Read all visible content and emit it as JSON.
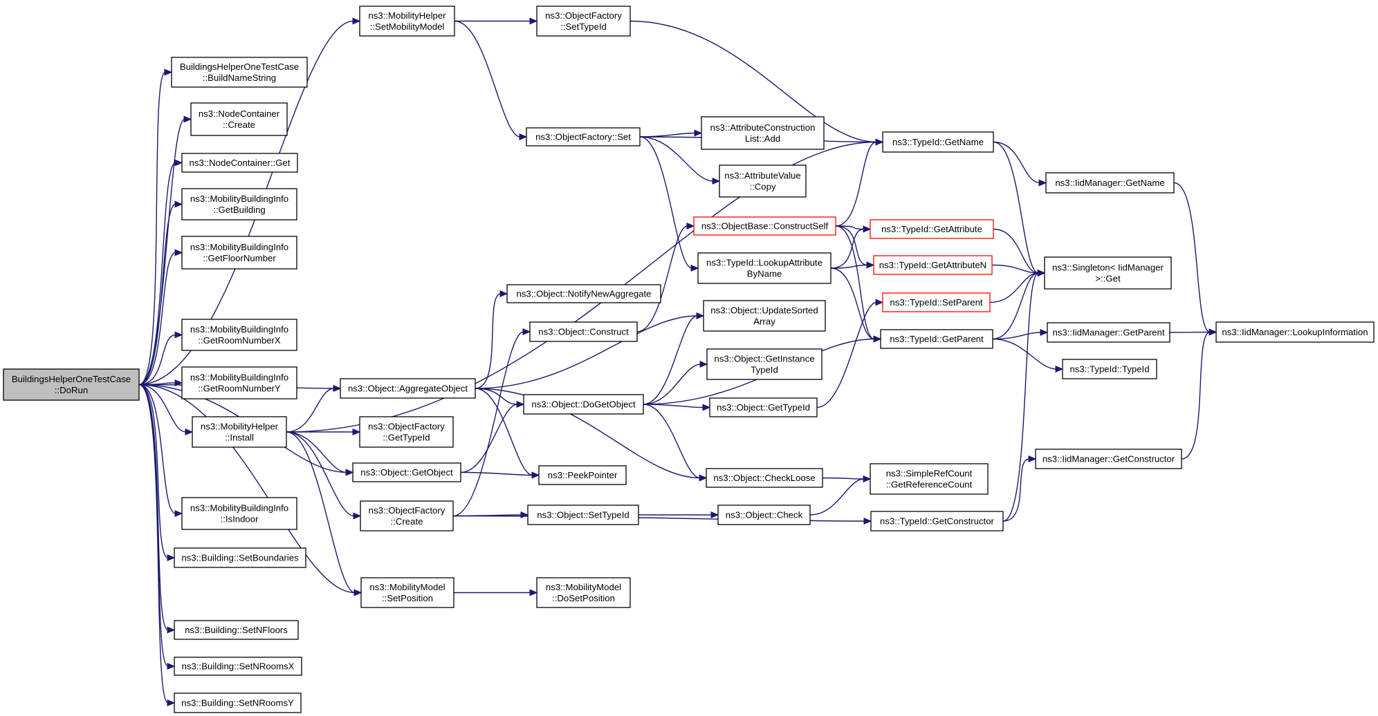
{
  "graph": {
    "nodes": {
      "dorun": [
        "BuildingsHelperOneTestCase",
        "::DoRun"
      ],
      "setMobilityModel": [
        "ns3::MobilityHelper",
        "::SetMobilityModel"
      ],
      "buildNameString": [
        "BuildingsHelperOneTestCase",
        "::BuildNameString"
      ],
      "ncCreate": [
        "ns3::NodeContainer",
        "::Create"
      ],
      "ncGet": [
        "ns3::NodeContainer::Get"
      ],
      "getBuilding": [
        "ns3::MobilityBuildingInfo",
        "::GetBuilding"
      ],
      "getFloorNumber": [
        "ns3::MobilityBuildingInfo",
        "::GetFloorNumber"
      ],
      "getRoomNumberX": [
        "ns3::MobilityBuildingInfo",
        "::GetRoomNumberX"
      ],
      "getRoomNumberY": [
        "ns3::MobilityBuildingInfo",
        "::GetRoomNumberY"
      ],
      "mhInstall": [
        "ns3::MobilityHelper",
        "::Install"
      ],
      "isIndoor": [
        "ns3::MobilityBuildingInfo",
        "::IsIndoor"
      ],
      "setBoundaries": [
        "ns3::Building::SetBoundaries"
      ],
      "setPosition": [
        "ns3::MobilityModel",
        "::SetPosition"
      ],
      "setNFloors": [
        "ns3::Building::SetNFloors"
      ],
      "setNRoomsX": [
        "ns3::Building::SetNRoomsX"
      ],
      "setNRoomsY": [
        "ns3::Building::SetNRoomsY"
      ],
      "ofSetTypeId": [
        "ns3::ObjectFactory",
        "::SetTypeId"
      ],
      "ofSet": [
        "ns3::ObjectFactory::Set"
      ],
      "aggregateObject": [
        "ns3::Object::AggregateObject"
      ],
      "notifyNewAggregate": [
        "ns3::Object::NotifyNewAggregate"
      ],
      "objConstruct": [
        "ns3::Object::Construct"
      ],
      "ofGetTypeId": [
        "ns3::ObjectFactory",
        "::GetTypeId"
      ],
      "objGetObject": [
        "ns3::Object::GetObject"
      ],
      "ofCreate": [
        "ns3::ObjectFactory",
        "::Create"
      ],
      "doSetPosition": [
        "ns3::MobilityModel",
        "::DoSetPosition"
      ],
      "doGetObject": [
        "ns3::Object::DoGetObject"
      ],
      "peekPointer": [
        "ns3::PeekPointer"
      ],
      "objSetTypeId": [
        "ns3::Object::SetTypeId"
      ],
      "acAdd": [
        "ns3::AttributeConstruction",
        "List::Add"
      ],
      "avCopy": [
        "ns3::AttributeValue",
        "::Copy"
      ],
      "constructSelf": [
        "ns3::ObjectBase::ConstructSelf"
      ],
      "lookupAttrByName": [
        "ns3::TypeId::LookupAttribute",
        "ByName"
      ],
      "updateSorted": [
        "ns3::Object::UpdateSorted",
        "Array"
      ],
      "getInstanceTypeId": [
        "ns3::Object::GetInstance",
        "TypeId"
      ],
      "objGetTypeId": [
        "ns3::Object::GetTypeId"
      ],
      "checkLoose": [
        "ns3::Object::CheckLoose"
      ],
      "objCheck": [
        "ns3::Object::Check"
      ],
      "tidGetName": [
        "ns3::TypeId::GetName"
      ],
      "tidGetAttribute": [
        "ns3::TypeId::GetAttribute"
      ],
      "tidGetAttributeN": [
        "ns3::TypeId::GetAttributeN"
      ],
      "tidSetParent": [
        "ns3::TypeId::SetParent"
      ],
      "tidGetParent": [
        "ns3::TypeId::GetParent"
      ],
      "srcGetRefCount": [
        "ns3::SimpleRefCount",
        "::GetReferenceCount"
      ],
      "tidGetConstructor": [
        "ns3::TypeId::GetConstructor"
      ],
      "imGetName": [
        "ns3::IidManager::GetName"
      ],
      "singletonGet": [
        "ns3::Singleton< IidManager",
        ">::Get"
      ],
      "imGetParent": [
        "ns3::IidManager::GetParent"
      ],
      "tidTypeId": [
        "ns3::TypeId::TypeId"
      ],
      "imGetConstructor": [
        "ns3::IidManager::GetConstructor"
      ],
      "lookupInformation": [
        "ns3::IidManager::LookupInformation"
      ]
    },
    "edges": [
      [
        "dorun",
        "setMobilityModel"
      ],
      [
        "dorun",
        "buildNameString"
      ],
      [
        "dorun",
        "ncCreate"
      ],
      [
        "dorun",
        "ncGet"
      ],
      [
        "dorun",
        "getBuilding"
      ],
      [
        "dorun",
        "getFloorNumber"
      ],
      [
        "dorun",
        "aggregateObject"
      ],
      [
        "dorun",
        "getRoomNumberX"
      ],
      [
        "dorun",
        "getRoomNumberY"
      ],
      [
        "dorun",
        "mhInstall"
      ],
      [
        "dorun",
        "objGetObject"
      ],
      [
        "dorun",
        "isIndoor"
      ],
      [
        "dorun",
        "setBoundaries"
      ],
      [
        "dorun",
        "setPosition"
      ],
      [
        "dorun",
        "setNFloors"
      ],
      [
        "dorun",
        "setNRoomsX"
      ],
      [
        "dorun",
        "setNRoomsY"
      ],
      [
        "setMobilityModel",
        "ofSetTypeId"
      ],
      [
        "setMobilityModel",
        "ofSet"
      ],
      [
        "ofSetTypeId",
        "tidGetName"
      ],
      [
        "ofSet",
        "tidGetName"
      ],
      [
        "ofSet",
        "acAdd"
      ],
      [
        "ofSet",
        "avCopy"
      ],
      [
        "ofSet",
        "lookupAttrByName"
      ],
      [
        "mhInstall",
        "tidGetName"
      ],
      [
        "mhInstall",
        "aggregateObject"
      ],
      [
        "mhInstall",
        "ofGetTypeId"
      ],
      [
        "mhInstall",
        "objGetObject"
      ],
      [
        "mhInstall",
        "ofCreate"
      ],
      [
        "mhInstall",
        "setPosition"
      ],
      [
        "aggregateObject",
        "notifyNewAggregate"
      ],
      [
        "aggregateObject",
        "updateSorted"
      ],
      [
        "aggregateObject",
        "doGetObject"
      ],
      [
        "aggregateObject",
        "peekPointer"
      ],
      [
        "aggregateObject",
        "checkLoose"
      ],
      [
        "objGetObject",
        "doGetObject"
      ],
      [
        "objGetObject",
        "peekPointer"
      ],
      [
        "ofCreate",
        "objConstruct"
      ],
      [
        "ofCreate",
        "objSetTypeId"
      ],
      [
        "ofCreate",
        "tidGetConstructor"
      ],
      [
        "objConstruct",
        "constructSelf"
      ],
      [
        "setPosition",
        "doSetPosition"
      ],
      [
        "doGetObject",
        "updateSorted"
      ],
      [
        "doGetObject",
        "getInstanceTypeId"
      ],
      [
        "doGetObject",
        "objGetTypeId"
      ],
      [
        "doGetObject",
        "tidGetParent"
      ],
      [
        "doGetObject",
        "checkLoose"
      ],
      [
        "objSetTypeId",
        "objCheck"
      ],
      [
        "constructSelf",
        "tidGetName"
      ],
      [
        "constructSelf",
        "tidGetAttribute"
      ],
      [
        "constructSelf",
        "tidGetAttributeN"
      ],
      [
        "constructSelf",
        "tidGetParent"
      ],
      [
        "lookupAttrByName",
        "tidGetAttribute"
      ],
      [
        "lookupAttrByName",
        "tidGetAttributeN"
      ],
      [
        "lookupAttrByName",
        "tidGetParent"
      ],
      [
        "objGetTypeId",
        "tidSetParent"
      ],
      [
        "checkLoose",
        "srcGetRefCount"
      ],
      [
        "objCheck",
        "srcGetRefCount"
      ],
      [
        "tidGetName",
        "imGetName"
      ],
      [
        "tidGetName",
        "singletonGet"
      ],
      [
        "tidGetAttribute",
        "singletonGet"
      ],
      [
        "tidGetAttributeN",
        "singletonGet"
      ],
      [
        "tidSetParent",
        "singletonGet"
      ],
      [
        "tidGetParent",
        "singletonGet"
      ],
      [
        "tidGetParent",
        "imGetParent"
      ],
      [
        "tidGetParent",
        "tidTypeId"
      ],
      [
        "tidGetConstructor",
        "singletonGet"
      ],
      [
        "tidGetConstructor",
        "imGetConstructor"
      ],
      [
        "imGetName",
        "lookupInformation"
      ],
      [
        "imGetParent",
        "lookupInformation"
      ],
      [
        "imGetConstructor",
        "lookupInformation"
      ]
    ]
  }
}
